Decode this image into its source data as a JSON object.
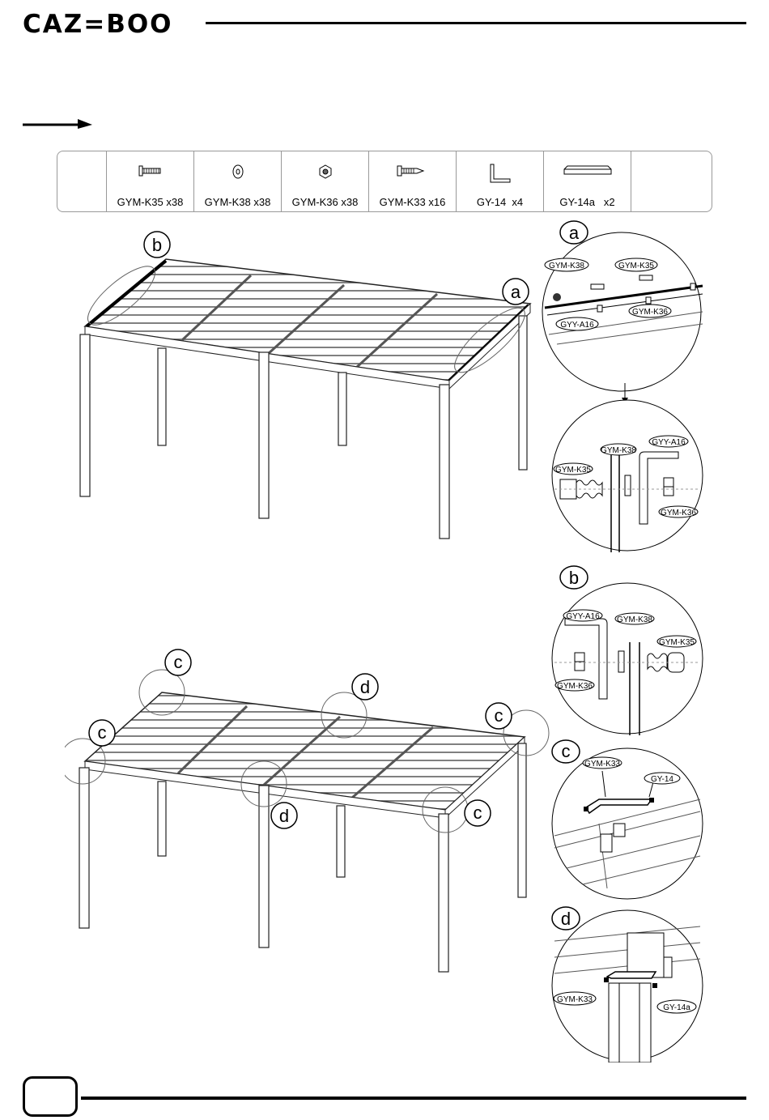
{
  "brand": {
    "name": "CAZ=BOO"
  },
  "parts": [
    {
      "icon": "bolt-icon",
      "label": "GYM-K35 x38"
    },
    {
      "icon": "washer-icon",
      "label": "GYM-K38 x38"
    },
    {
      "icon": "nut-icon",
      "label": "GYM-K36 x38"
    },
    {
      "icon": "screw-icon",
      "label": "GYM-K33 x16"
    },
    {
      "icon": "angle-bracket-icon",
      "label": "GY-14  x4"
    },
    {
      "icon": "flat-bracket-icon",
      "label": "GY-14a   x2"
    }
  ],
  "callouts": {
    "a": "a",
    "b": "b",
    "c": "c",
    "d": "d"
  },
  "detail_a": {
    "k38": "GYM-K38",
    "k35": "GYM-K35",
    "a16": "GYY-A16",
    "k36": "GYM-K36"
  },
  "detail_a2": {
    "k38": "GYM-K38",
    "a16": "GYY-A16",
    "k35": "GYM-K35",
    "k36": "GYM-K36"
  },
  "detail_b": {
    "a16": "GYY-A16",
    "k38": "GYM-K38",
    "k35": "GYM-K35",
    "k36": "GYM-K36"
  },
  "detail_c": {
    "k33": "GYM-K33",
    "gy14": "GY-14"
  },
  "detail_d": {
    "k33": "GYM-K33",
    "gy14a": "GY-14a"
  }
}
